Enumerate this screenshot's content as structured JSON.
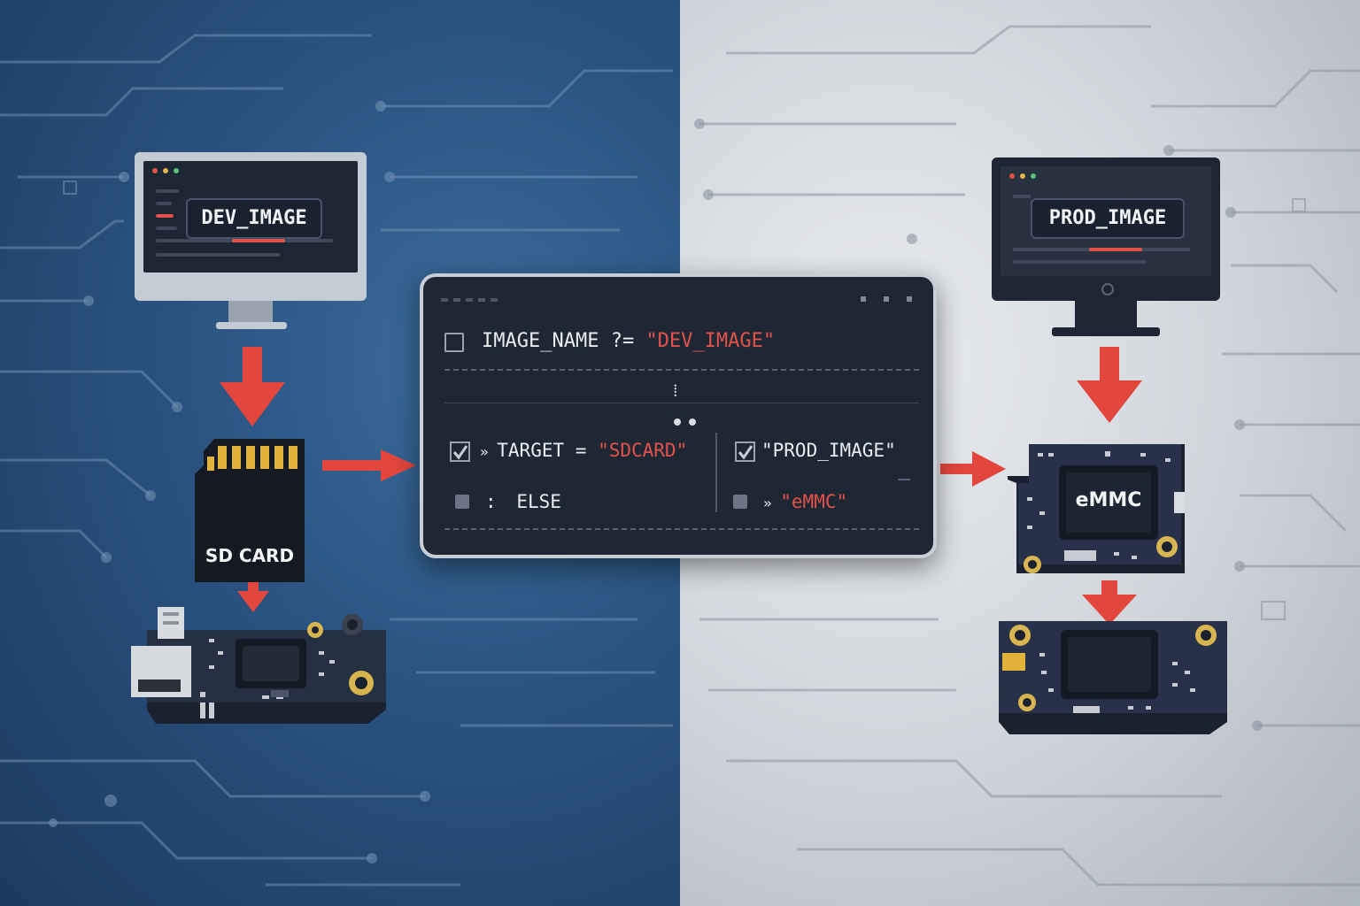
{
  "left_monitor": {
    "label": "DEV_IMAGE"
  },
  "right_monitor": {
    "label": "PROD_IMAGE"
  },
  "sd_card": {
    "label": "SD CARD"
  },
  "terminal": {
    "line1_var": "IMAGE_NAME ?= ",
    "line1_val": "\"DEV_IMAGE\"",
    "separator": "⁞",
    "left_branch": {
      "prefix": "» ",
      "text": "TARGET = ",
      "value": "\"SDCARD\"",
      "else_prefix": ":",
      "else_label": "ELSE"
    },
    "right_branch": {
      "value": "\"PROD_IMAGE\"",
      "prefix": "» ",
      "target": "\"eMMC\""
    }
  },
  "emmc_board": {
    "label": "eMMC"
  },
  "colors": {
    "accent_red": "#e2524a",
    "left_bg": "#2a5280",
    "right_bg": "#d2d6dc",
    "terminal_bg": "#1f2734"
  }
}
